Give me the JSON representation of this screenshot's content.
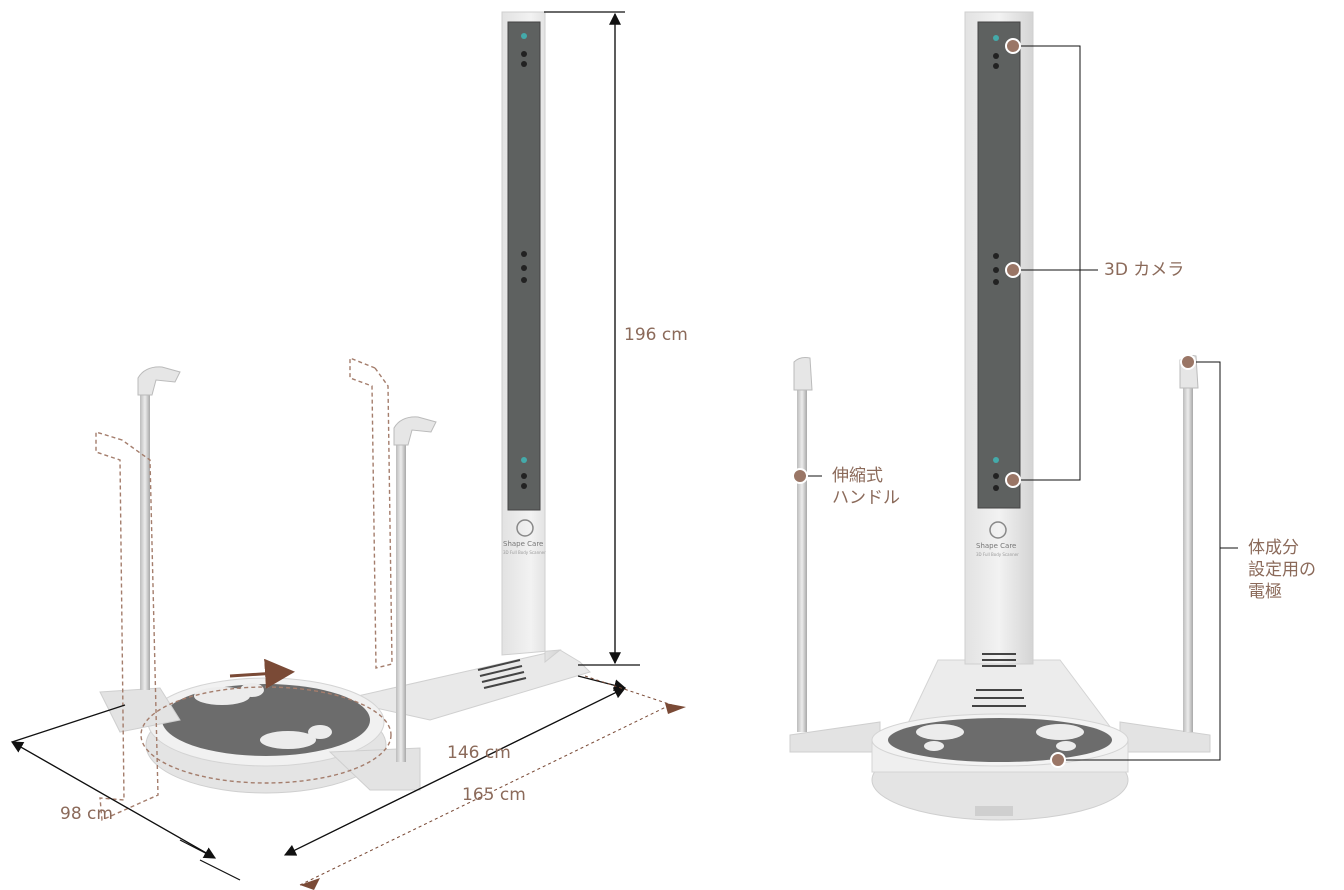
{
  "dimensions": {
    "height": "196 cm",
    "depth": "146 cm",
    "length": "165 cm",
    "width": "98 cm"
  },
  "callouts": {
    "camera": "3D カメラ",
    "handle": "伸縮式\nハンドル",
    "electrode": "体成分\n設定用の\n電極"
  },
  "logo": {
    "brand": "Shape Care",
    "sub": "3D Full Body Scanner"
  },
  "colors": {
    "accent": "#8b6a5a",
    "callout_dot": "#9a7666",
    "metal": "#dcdcdc",
    "dark_panel": "#5e6160"
  }
}
